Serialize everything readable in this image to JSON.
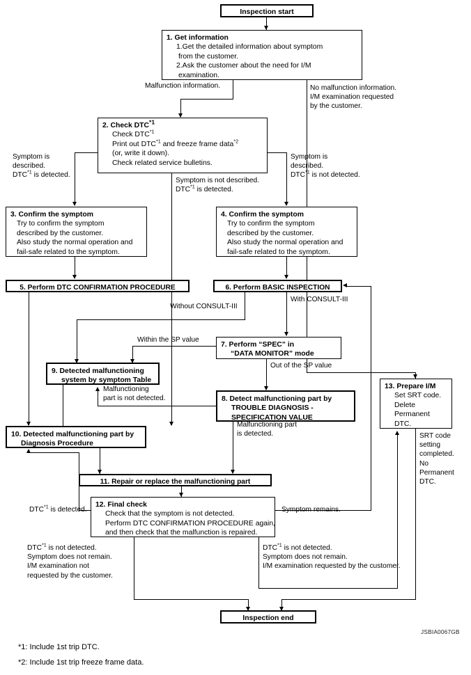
{
  "diagram": {
    "title": "Inspection start",
    "end_title": "Inspection end",
    "figure_code": "JSBIA0067GB"
  },
  "nodes": {
    "start": {
      "label": "Inspection start"
    },
    "n1": {
      "head": "1. Get information",
      "l1": "1.Get the detailed information about symptom",
      "l2": "from the customer.",
      "l3": "2.Ask the customer about the need for I/M",
      "l4": "examination."
    },
    "n2": {
      "head_a": "2. Check DTC",
      "head_sup": "*1",
      "l1a": "Check DTC",
      "l1sup": "*1",
      "l2a": "Print out DTC",
      "l2sup": "*1",
      "l2b": " and freeze frame data",
      "l2sup2": "*2",
      "l3": "(or, write it down).",
      "l4": "Check related service bulletins."
    },
    "n3": {
      "head": "3. Confirm the symptom",
      "l1": "Try to confirm the symptom",
      "l2": "described by the customer.",
      "l3": "Also study the normal operation and",
      "l4": "fail-safe related to the symptom."
    },
    "n4": {
      "head": "4. Confirm the symptom",
      "l1": "Try to confirm the symptom",
      "l2": "described by the customer.",
      "l3": "Also study the normal operation and",
      "l4": "fail-safe related to the symptom."
    },
    "n5": {
      "label": "5. Perform DTC CONFIRMATION PROCEDURE"
    },
    "n6": {
      "label": "6. Perform BASIC INSPECTION"
    },
    "n7": {
      "l1": "7. Perform “SPEC” in",
      "l2": "“DATA MONITOR” mode"
    },
    "n8": {
      "l1": "8. Detect malfunctioning part by",
      "l2": "TROUBLE DIAGNOSIS -",
      "l3": "SPECIFICATION VALUE"
    },
    "n9": {
      "l1": "9. Detected malfunctioning",
      "l2": "system by symptom Table"
    },
    "n10": {
      "l1": "10. Detected malfunctioning part by",
      "l2": "Diagnosis Procedure"
    },
    "n11": {
      "label": "11. Repair or replace the malfunctioning part"
    },
    "n12": {
      "head": "12. Final check",
      "l1": "Check that the symptom is not detected.",
      "l2": "Perform DTC CONFIRMATION PROCEDURE again,",
      "l3": "and then check that the malfunction is repaired."
    },
    "n13": {
      "head": "13. Prepare I/M",
      "l1": "Set SRT code.",
      "l2": "Delete",
      "l3": "Permanent",
      "l4": "DTC."
    },
    "end": {
      "label": "Inspection end"
    }
  },
  "edge_labels": {
    "malfunction_information": "Malfunction information.",
    "no_malfunction": {
      "l1": "No malfunction information.",
      "l2": "I/M examination requested",
      "l3": "by the customer."
    },
    "left_sym_described": {
      "l1": "Symptom is",
      "l2": "described.",
      "l3a": "DTC",
      "l3sup": "*1",
      "l3b": " is detected."
    },
    "mid_sym_not_described": {
      "l1": "Symptom is not described.",
      "l2a": "DTC",
      "l2sup": "*1",
      "l2b": " is detected."
    },
    "right_sym_described": {
      "l1": "Symptom is",
      "l2": "described.",
      "l3a": "DTC",
      "l3sup": "*1",
      "l3b": " is not detected."
    },
    "dtc_not_detected_top": {
      "a": "DTC",
      "sup": "*1",
      "b": " is not detected."
    },
    "without_consult": "Without CONSULT-III",
    "with_consult": "With CONSULT-III",
    "within_sp": "Within the SP value",
    "out_of_sp": "Out of the SP value",
    "malf_part_not_detected": {
      "l1": "Malfunctioning",
      "l2": "part is not detected."
    },
    "malf_part_detected": {
      "l1": "Malfunctioning part",
      "l2": "is detected."
    },
    "srt_completed": {
      "l1": "SRT code",
      "l2": "setting",
      "l3": "completed.",
      "l4": "No",
      "l5": "Permanent",
      "l6": "DTC."
    },
    "dtc_is_detected": {
      "a": "DTC",
      "sup": "*1",
      "b": " is detected."
    },
    "symptom_remains": "Symptom remains.",
    "bottom_left": {
      "l1a": "DTC",
      "l1sup": "*1",
      "l1b": " is not detected.",
      "l2": "Symptom does not remain.",
      "l3": "I/M examination not",
      "l4": "requested by the customer."
    },
    "bottom_mid": {
      "l1a": "DTC",
      "l1sup": "*1",
      "l1b": " is not detected.",
      "l2": "Symptom does not remain.",
      "l3": "I/M examination requested by the customer."
    }
  },
  "footnotes": {
    "f1": "*1: Include 1st trip DTC.",
    "f2": "*2: Include 1st trip freeze frame data."
  }
}
